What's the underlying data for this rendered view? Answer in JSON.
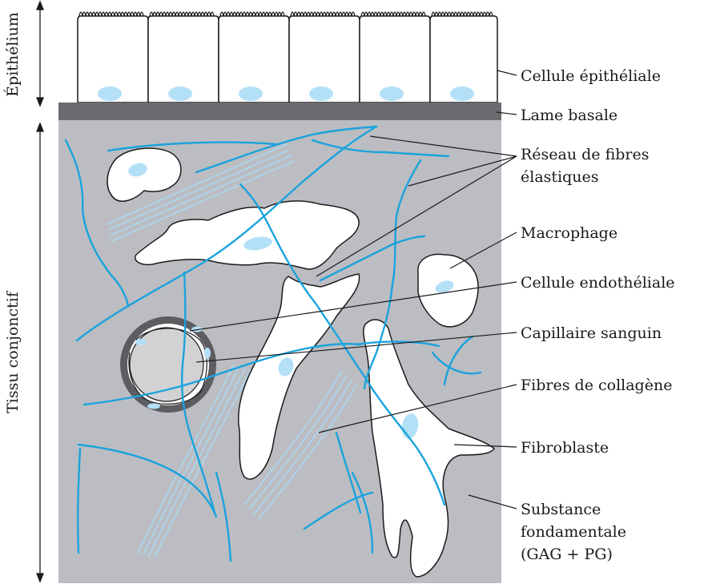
{
  "side_labels": {
    "epithelium": "Épithélium",
    "connective": "Tissu conjonctif"
  },
  "labels": {
    "epithelial_cell": "Cellule épithéliale",
    "basal_lamina": "Lame basale",
    "elastic_fibers_1": "Réseau de fibres",
    "elastic_fibers_2": "élastiques",
    "macrophage": "Macrophage",
    "endothelial_cell": "Cellule endothéliale",
    "capillary": "Capillaire sanguin",
    "collagen": "Fibres de collagène",
    "fibroblast": "Fibroblaste",
    "ground_1": "Substance",
    "ground_2": "fondamentale",
    "ground_3": "(GAG + PG)"
  },
  "colors": {
    "connective_bg": "#bcbdc2",
    "basal_lamina": "#6b6b6f",
    "elastic_fiber": "#1aa3dc",
    "collagen_fiber": "#a9d8f2",
    "nucleus": "#b3e0f7",
    "capillary_wall": "#5d5d61",
    "capillary_lumen": "#d2d2d5"
  },
  "icons": [
    "epithelium-arrow-icon",
    "connective-arrow-icon"
  ]
}
